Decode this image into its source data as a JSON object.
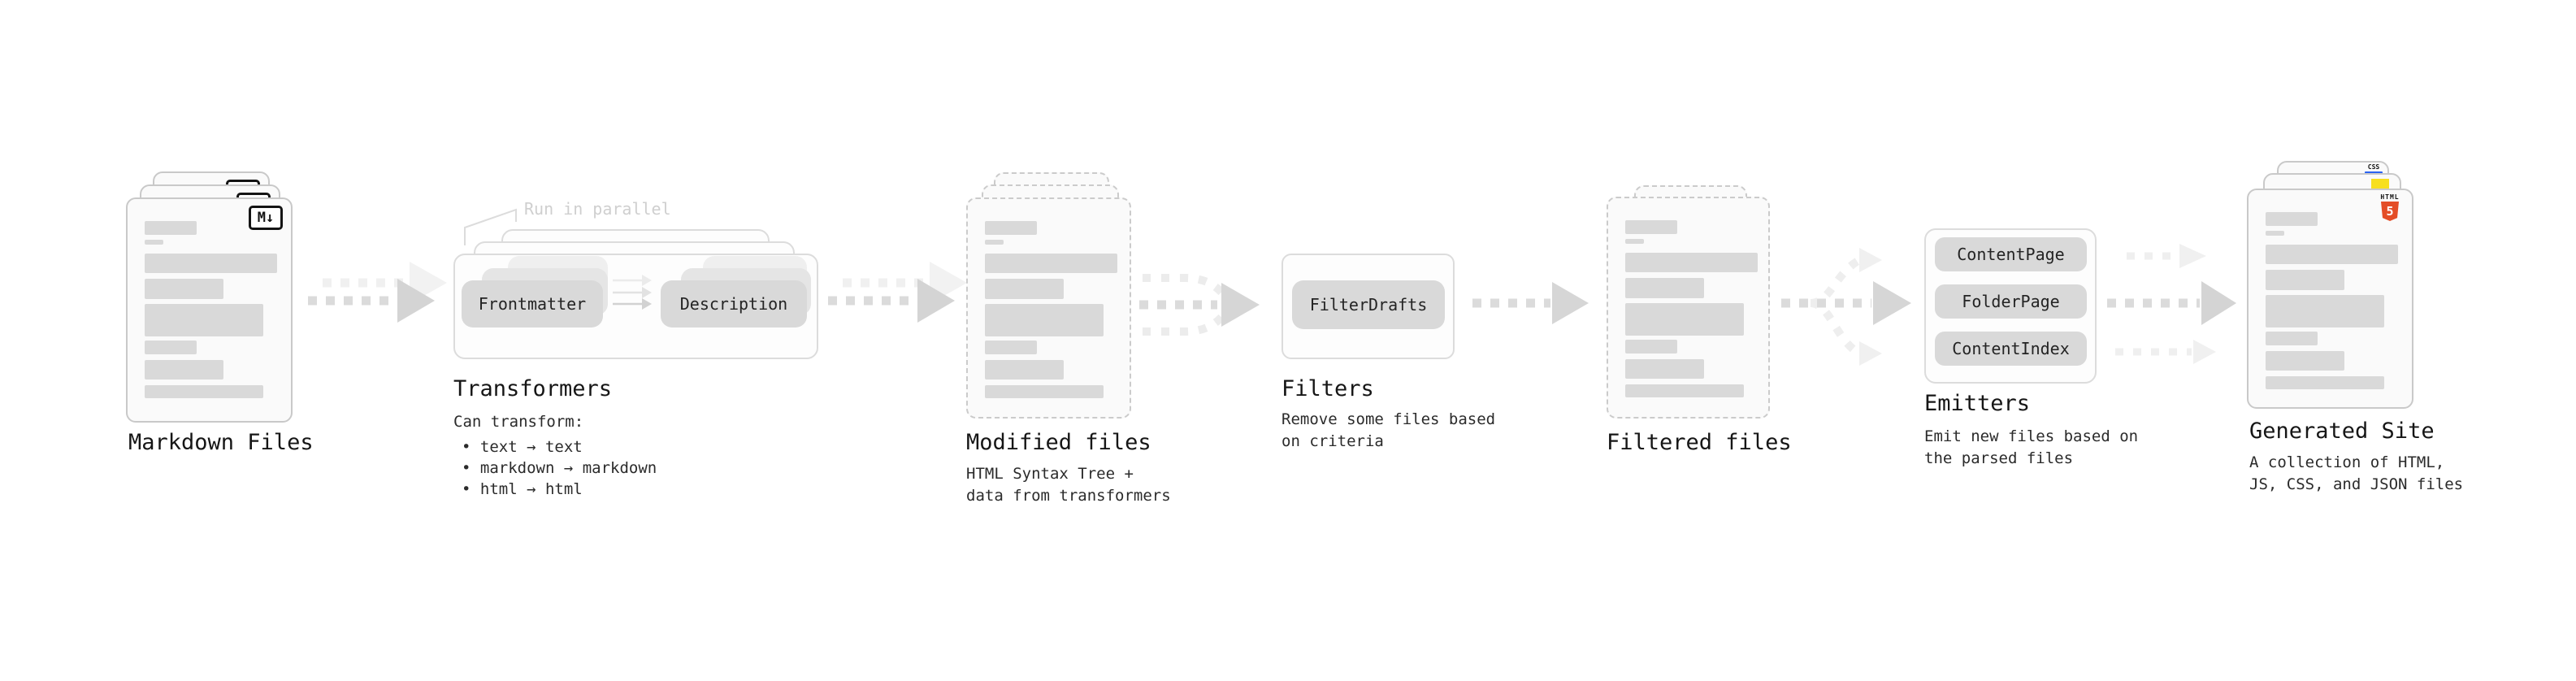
{
  "stages": {
    "markdown": {
      "label": "Markdown Files",
      "badge": "M↓"
    },
    "transformers": {
      "label": "Transformers",
      "note": "Run in parallel",
      "pill_left": "Frontmatter",
      "pill_right": "Description",
      "desc_title": "Can transform:",
      "bullets": [
        "• text → text",
        "• markdown → markdown",
        "• html → html"
      ]
    },
    "modified": {
      "label": "Modified files",
      "desc": "HTML Syntax Tree +\ndata from transformers"
    },
    "filters": {
      "label": "Filters",
      "pill": "FilterDrafts",
      "desc": "Remove some files based\non criteria"
    },
    "filtered": {
      "label": "Filtered files"
    },
    "emitters": {
      "label": "Emitters",
      "pills": [
        "ContentPage",
        "FolderPage",
        "ContentIndex"
      ],
      "desc": "Emit new files based on\nthe parsed files"
    },
    "generated": {
      "label": "Generated Site",
      "desc": "A collection of HTML,\nJS, CSS, and JSON files",
      "badge_css": "CSS",
      "badge_html_text": "HTML",
      "badge_html_num": "5"
    }
  },
  "colors": {
    "html5_orange": "#e44d26",
    "js_yellow": "#f7df1e",
    "css_blue": "#2b63f1",
    "placeholder_gray": "#d9d9d9"
  }
}
